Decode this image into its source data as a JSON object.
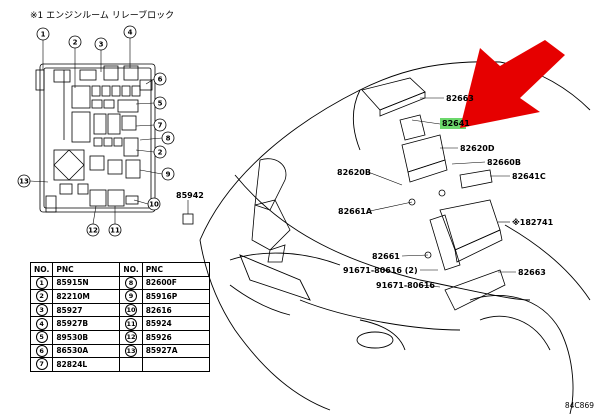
{
  "title": "※1 エンジンルーム リレーブロック",
  "diagram_code": "84C869",
  "highlight_color": "#6cd86c",
  "arrow_color": "#e60000",
  "relay_callouts": [
    "1",
    "2",
    "3",
    "4",
    "5",
    "6",
    "7",
    "8",
    "9",
    "10",
    "11",
    "12",
    "13"
  ],
  "part_labels": {
    "p82663_top": "82663",
    "p82641": "82641",
    "p82620D": "82620D",
    "p82660B": "82660B",
    "p82641C": "82641C",
    "p82620B": "82620B",
    "p85942": "85942",
    "p82661A": "82661A",
    "p182741": "※182741",
    "p82661": "82661",
    "p91671_2": "91671-80616 (2)",
    "p82663_bot": "82663",
    "p91671": "91671-80616"
  },
  "table": {
    "headers": [
      "NO.",
      "PNC",
      "NO.",
      "PNC"
    ],
    "rows": [
      [
        "1",
        "85915N",
        "8",
        "82600F"
      ],
      [
        "2",
        "82210M",
        "9",
        "85916P"
      ],
      [
        "3",
        "85927",
        "10",
        "82616"
      ],
      [
        "4",
        "85927B",
        "11",
        "85924"
      ],
      [
        "5",
        "89530B",
        "12",
        "85926"
      ],
      [
        "6",
        "86530A",
        "13",
        "85927A"
      ],
      [
        "7",
        "82824L",
        "",
        ""
      ]
    ]
  }
}
